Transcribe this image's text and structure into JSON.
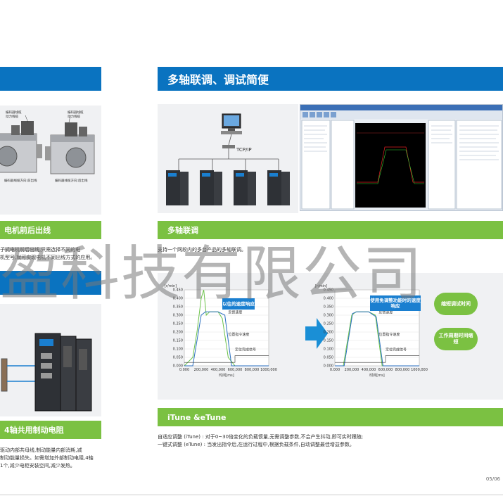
{
  "page": {
    "number": "05/06"
  },
  "left": {
    "motor_labels": [
      "编码器线缆",
      "动力线缆"
    ],
    "motor_caption_a": "编码器线缆方向:前出线",
    "motor_caption_b": "编码器线缆方向:后出线",
    "header_motor": "电机前后出线",
    "text_motor_1": "子式电机前后出线,只需选择不同的电",
    "text_motor_2": "机型号,就可实现电机不同出线方式的应用。",
    "header_brake": "4轴共用制动电阻",
    "text_brake_1": "驱动内部共母线,制动能量内部消耗,减",
    "text_brake_2": "制动能量损失。如需增加外部制动电阻,4轴",
    "text_brake_3": "1个,减少电柜安装空间,减少发热。"
  },
  "right": {
    "header_main": "多轴联调、调试简便",
    "network_label": "TCP/IP",
    "header_multi": "多轴联调",
    "text_multi": "支持一个网段内的多台产品的多轴联调。",
    "chart_callout_left": "以往的速度响应",
    "chart_callout_right": "使用免调整功能时的速度响应",
    "pill_1": "缩短调试时间",
    "pill_2": "工作周期时间缩短",
    "header_itune": "iTune &eTune",
    "text_itune_1": "自适应调整 (iTune) : 对于0~30倍变化的负载惯量,无需调整参数,不会产生抖动,即可实时跟随;",
    "text_itune_2": "一键式调整 (eTune) : 当发出指令后,在运行过程中,根据负载条件,自动调整最佳增益参数。"
  },
  "chart_data": [
    {
      "type": "line",
      "title": "",
      "xlabel": "时间[ms]",
      "ylabel": "[r/min]",
      "x_ticks": [
        "0.000",
        "200,000",
        "400,000",
        "600,000",
        "800,000",
        "1000,000"
      ],
      "y_ticks": [
        "0.000",
        "0.050",
        "0.100",
        "0.150",
        "0.200",
        "0.250",
        "0.300",
        "0.350",
        "0.400",
        "0.450"
      ],
      "annotations": [
        "反馈速度",
        "位置指令速度",
        "定位完成信号"
      ],
      "series": [
        {
          "values_x": [
            0,
            100,
            150,
            200,
            230,
            260,
            300,
            400,
            450,
            520,
            600,
            800,
            1000
          ],
          "values_y": [
            0,
            0.05,
            0.2,
            0.4,
            0.45,
            0.3,
            0.32,
            0.32,
            0.28,
            0.05,
            0,
            0,
            0
          ]
        },
        {
          "values_x": [
            0,
            100,
            200,
            250,
            400,
            480,
            560,
            1000
          ],
          "values_y": [
            0,
            0,
            0.3,
            0.32,
            0.32,
            0.3,
            0,
            0
          ]
        }
      ]
    },
    {
      "type": "line",
      "title": "",
      "xlabel": "时间[ms]",
      "ylabel": "[r/min]",
      "x_ticks": [
        "0.000",
        "200,000",
        "400,000",
        "600,000",
        "800,000",
        "1000,000"
      ],
      "y_ticks": [
        "0.000",
        "0.050",
        "0.100",
        "0.150",
        "0.200",
        "0.250",
        "0.300",
        "0.350",
        "0.400",
        "0.450"
      ],
      "annotations": [
        "反馈速度",
        "位置指令速度",
        "定位完成信号"
      ],
      "series": [
        {
          "values_x": [
            0,
            100,
            200,
            250,
            400,
            480,
            560,
            1000
          ],
          "values_y": [
            0,
            0,
            0.3,
            0.32,
            0.32,
            0.3,
            0,
            0
          ]
        },
        {
          "values_x": [
            0,
            110,
            210,
            260,
            400,
            490,
            570,
            1000
          ],
          "values_y": [
            0,
            0,
            0.31,
            0.32,
            0.32,
            0.29,
            0,
            0
          ]
        }
      ]
    }
  ]
}
